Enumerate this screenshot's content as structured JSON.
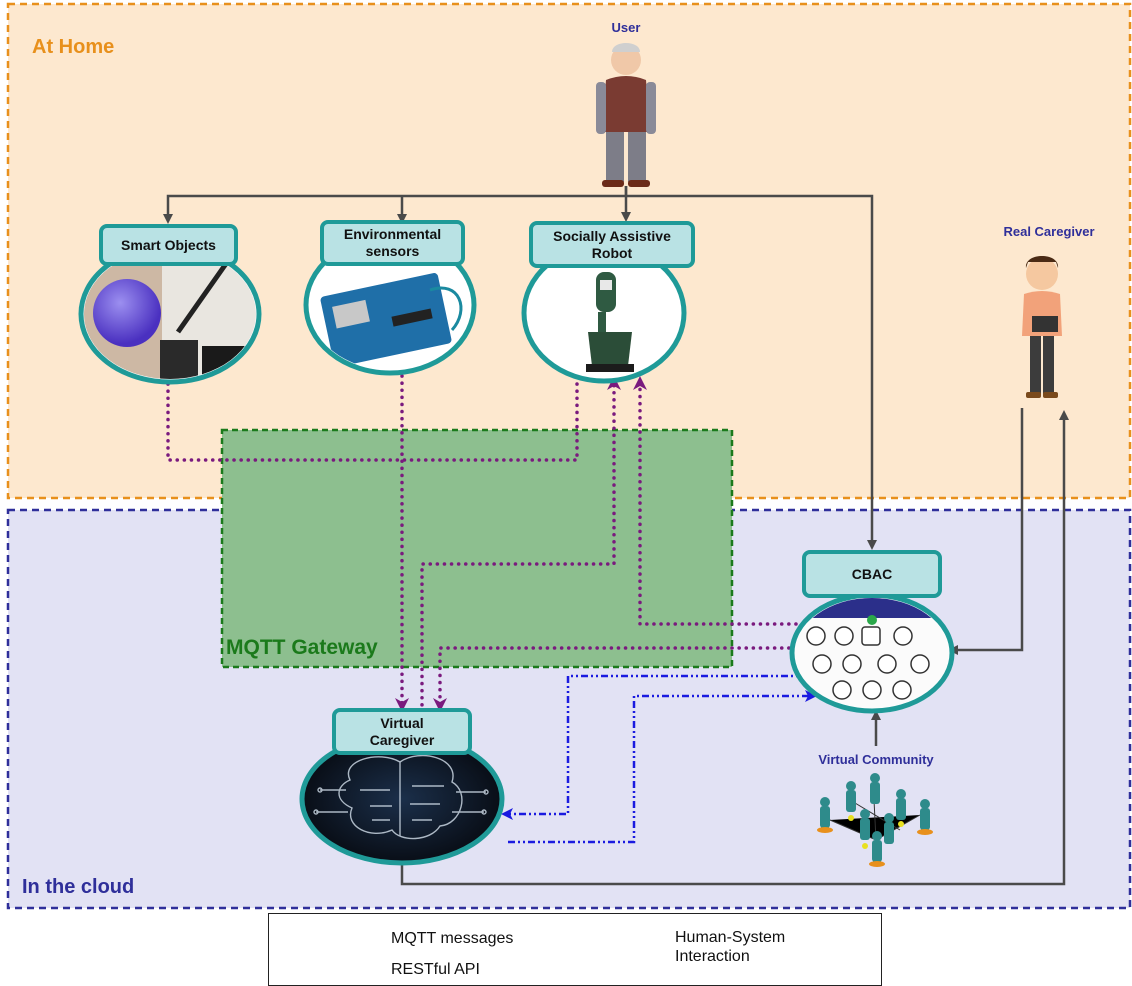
{
  "zones": {
    "home": {
      "label": "At Home",
      "color": "#e8901c"
    },
    "cloud": {
      "label": "In the cloud",
      "color": "#2f2f9a"
    },
    "gateway": {
      "label": "MQTT Gateway",
      "color": "#1b7a1b"
    }
  },
  "actors": {
    "user": "User",
    "real_caregiver": "Real Caregiver",
    "virtual_community": "Virtual Community"
  },
  "nodes": {
    "smart_objects": "Smart Objects",
    "environmental_sensors": "Environmental\nsensors",
    "robot": "Socially Assistive\nRobot",
    "cbac": "CBAC",
    "virtual_caregiver": "Virtual\nCaregiver"
  },
  "legend": {
    "mqtt": "MQTT messages",
    "rest": "RESTful API",
    "human": "Human-System\nInteraction"
  },
  "colors": {
    "mqtt": "#7a1a7e",
    "rest": "#1a1ae0",
    "human": "#4a4a4a",
    "teal": "#1f9a98",
    "teal_fill": "#b9e2e4"
  }
}
